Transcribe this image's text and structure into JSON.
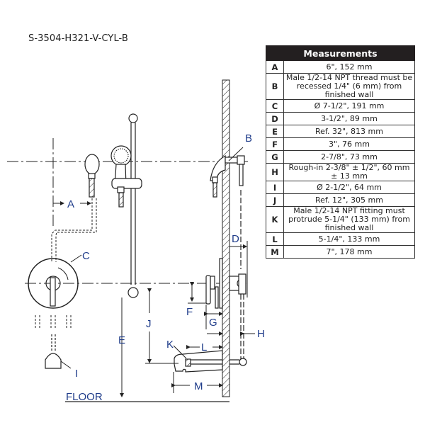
{
  "model_number": "S-3504-H321-V-CYL-B",
  "table": {
    "header": "Measurements",
    "rows": [
      {
        "key": "A",
        "value": "6\", 152 mm"
      },
      {
        "key": "B",
        "value": "Male 1/2-14 NPT thread must be recessed 1/4\" (6 mm) from finished wall"
      },
      {
        "key": "C",
        "value": "Ø 7-1/2\", 191 mm"
      },
      {
        "key": "D",
        "value": "3-1/2\", 89 mm"
      },
      {
        "key": "E",
        "value": "Ref. 32\", 813 mm"
      },
      {
        "key": "F",
        "value": "3\", 76 mm"
      },
      {
        "key": "G",
        "value": "2-7/8\", 73 mm"
      },
      {
        "key": "H",
        "value": "Rough-in 2-3/8\" ± 1/2\", 60 mm ± 13 mm"
      },
      {
        "key": "I",
        "value": "Ø 2-1/2\", 64 mm"
      },
      {
        "key": "J",
        "value": "Ref. 12\", 305 mm"
      },
      {
        "key": "K",
        "value": "Male 1/2-14 NPT fitting must protrude 5-1/4\" (133 mm) from finished wall"
      },
      {
        "key": "L",
        "value": "5-1/4\", 133 mm"
      },
      {
        "key": "M",
        "value": "7\", 178 mm"
      }
    ]
  },
  "drawing": {
    "labels": {
      "A": "A",
      "B": "B",
      "C": "C",
      "D": "D",
      "E": "E",
      "F": "F",
      "G": "G",
      "H": "H",
      "I": "I",
      "J": "J",
      "K": "K",
      "L": "L",
      "M": "M",
      "floor": "FLOOR"
    },
    "colors": {
      "line": "#222222",
      "label": "#1f3c8a",
      "header_bg": "#231f20"
    }
  }
}
